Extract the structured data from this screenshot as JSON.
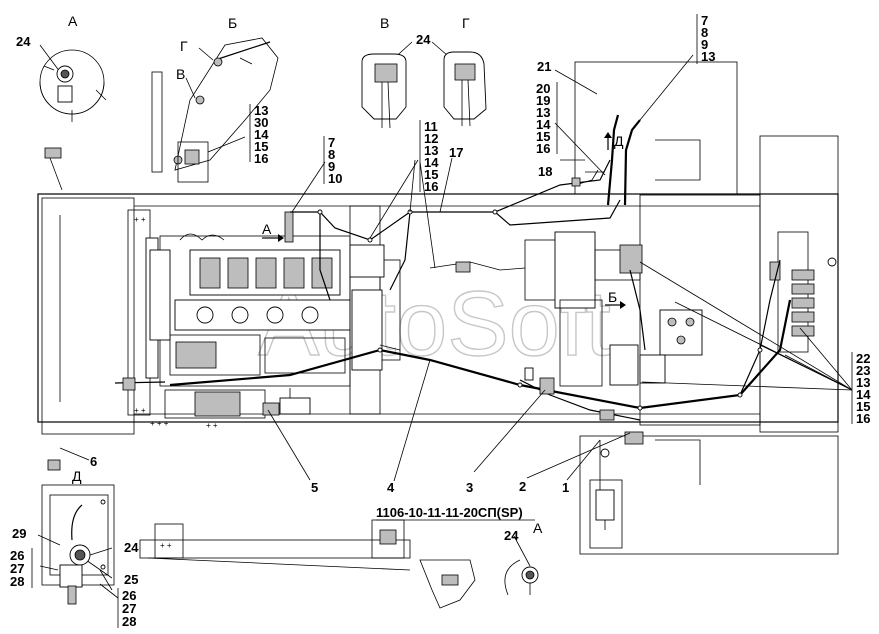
{
  "drawing": {
    "code": "1106-10-11-11-20СП(SP)",
    "watermark": "AutoSoft"
  },
  "views": {
    "A_top": "А",
    "B_top": "Б",
    "G_in_B": "Г",
    "V_in_B": "В",
    "V_top": "В",
    "G_top": "Г",
    "D_bottom": "Д",
    "A_bottom": "А",
    "A_arrow": "А",
    "B_arrow": "Б",
    "D_arrow": "Д"
  },
  "callouts": {
    "c24_a": "24",
    "c24_vg": "24",
    "c24_d": "24",
    "c24_a2": "24",
    "stack_b": [
      "13",
      "30",
      "14",
      "15",
      "16"
    ],
    "stack_top_right": [
      "7",
      "8",
      "9",
      "13"
    ],
    "c21": "21",
    "stack_20": [
      "20",
      "19",
      "13",
      "14",
      "15",
      "16"
    ],
    "c18": "18",
    "stack_7": [
      "7",
      "8",
      "9",
      "10"
    ],
    "stack_11": [
      "11",
      "12",
      "13",
      "14",
      "15",
      "16"
    ],
    "c17": "17",
    "stack_22": [
      "22",
      "23",
      "13",
      "14",
      "15",
      "16"
    ],
    "c1": "1",
    "c2": "2",
    "c3": "3",
    "c4": "4",
    "c5": "5",
    "c6": "6",
    "c29": "29",
    "c25": "25",
    "stack_26_left": [
      "26",
      "27",
      "28"
    ],
    "stack_26_bottom": [
      "26",
      "27",
      "28"
    ]
  }
}
